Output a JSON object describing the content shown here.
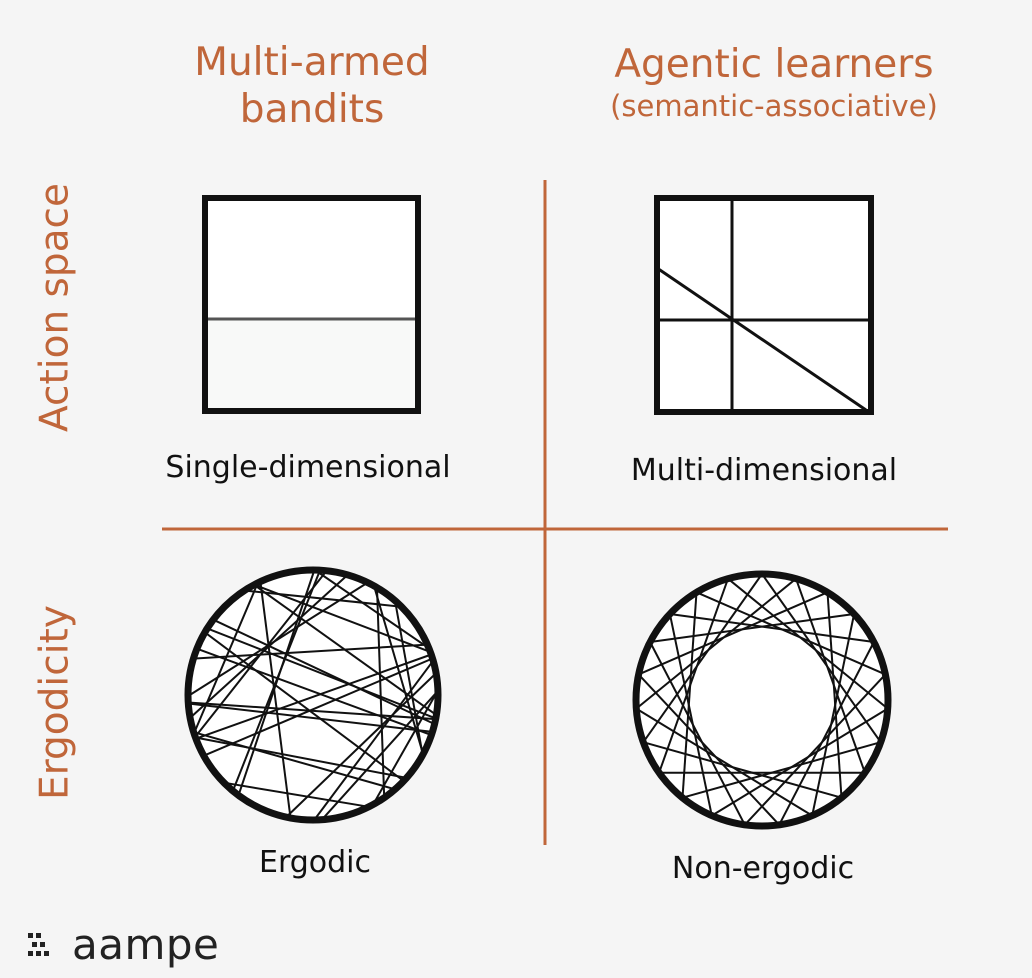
{
  "columns": [
    {
      "title_line1": "Multi-armed",
      "title_line2": "bandits",
      "subtitle": ""
    },
    {
      "title_line1": "Agentic learners",
      "title_line2": "",
      "subtitle": "(semantic-associative)"
    }
  ],
  "rows": [
    {
      "label": "Action space"
    },
    {
      "label": "Ergodicity"
    }
  ],
  "captions": {
    "top_left": "Single-dimensional",
    "top_right": "Multi-dimensional",
    "bottom_left": "Ergodic",
    "bottom_right": "Non-ergodic"
  },
  "logo": {
    "text": "aampe",
    "icon": "aampe-logo-icon"
  },
  "colors": {
    "accent": "#c0663a",
    "ink": "#111111",
    "background": "#f5f5f5"
  }
}
